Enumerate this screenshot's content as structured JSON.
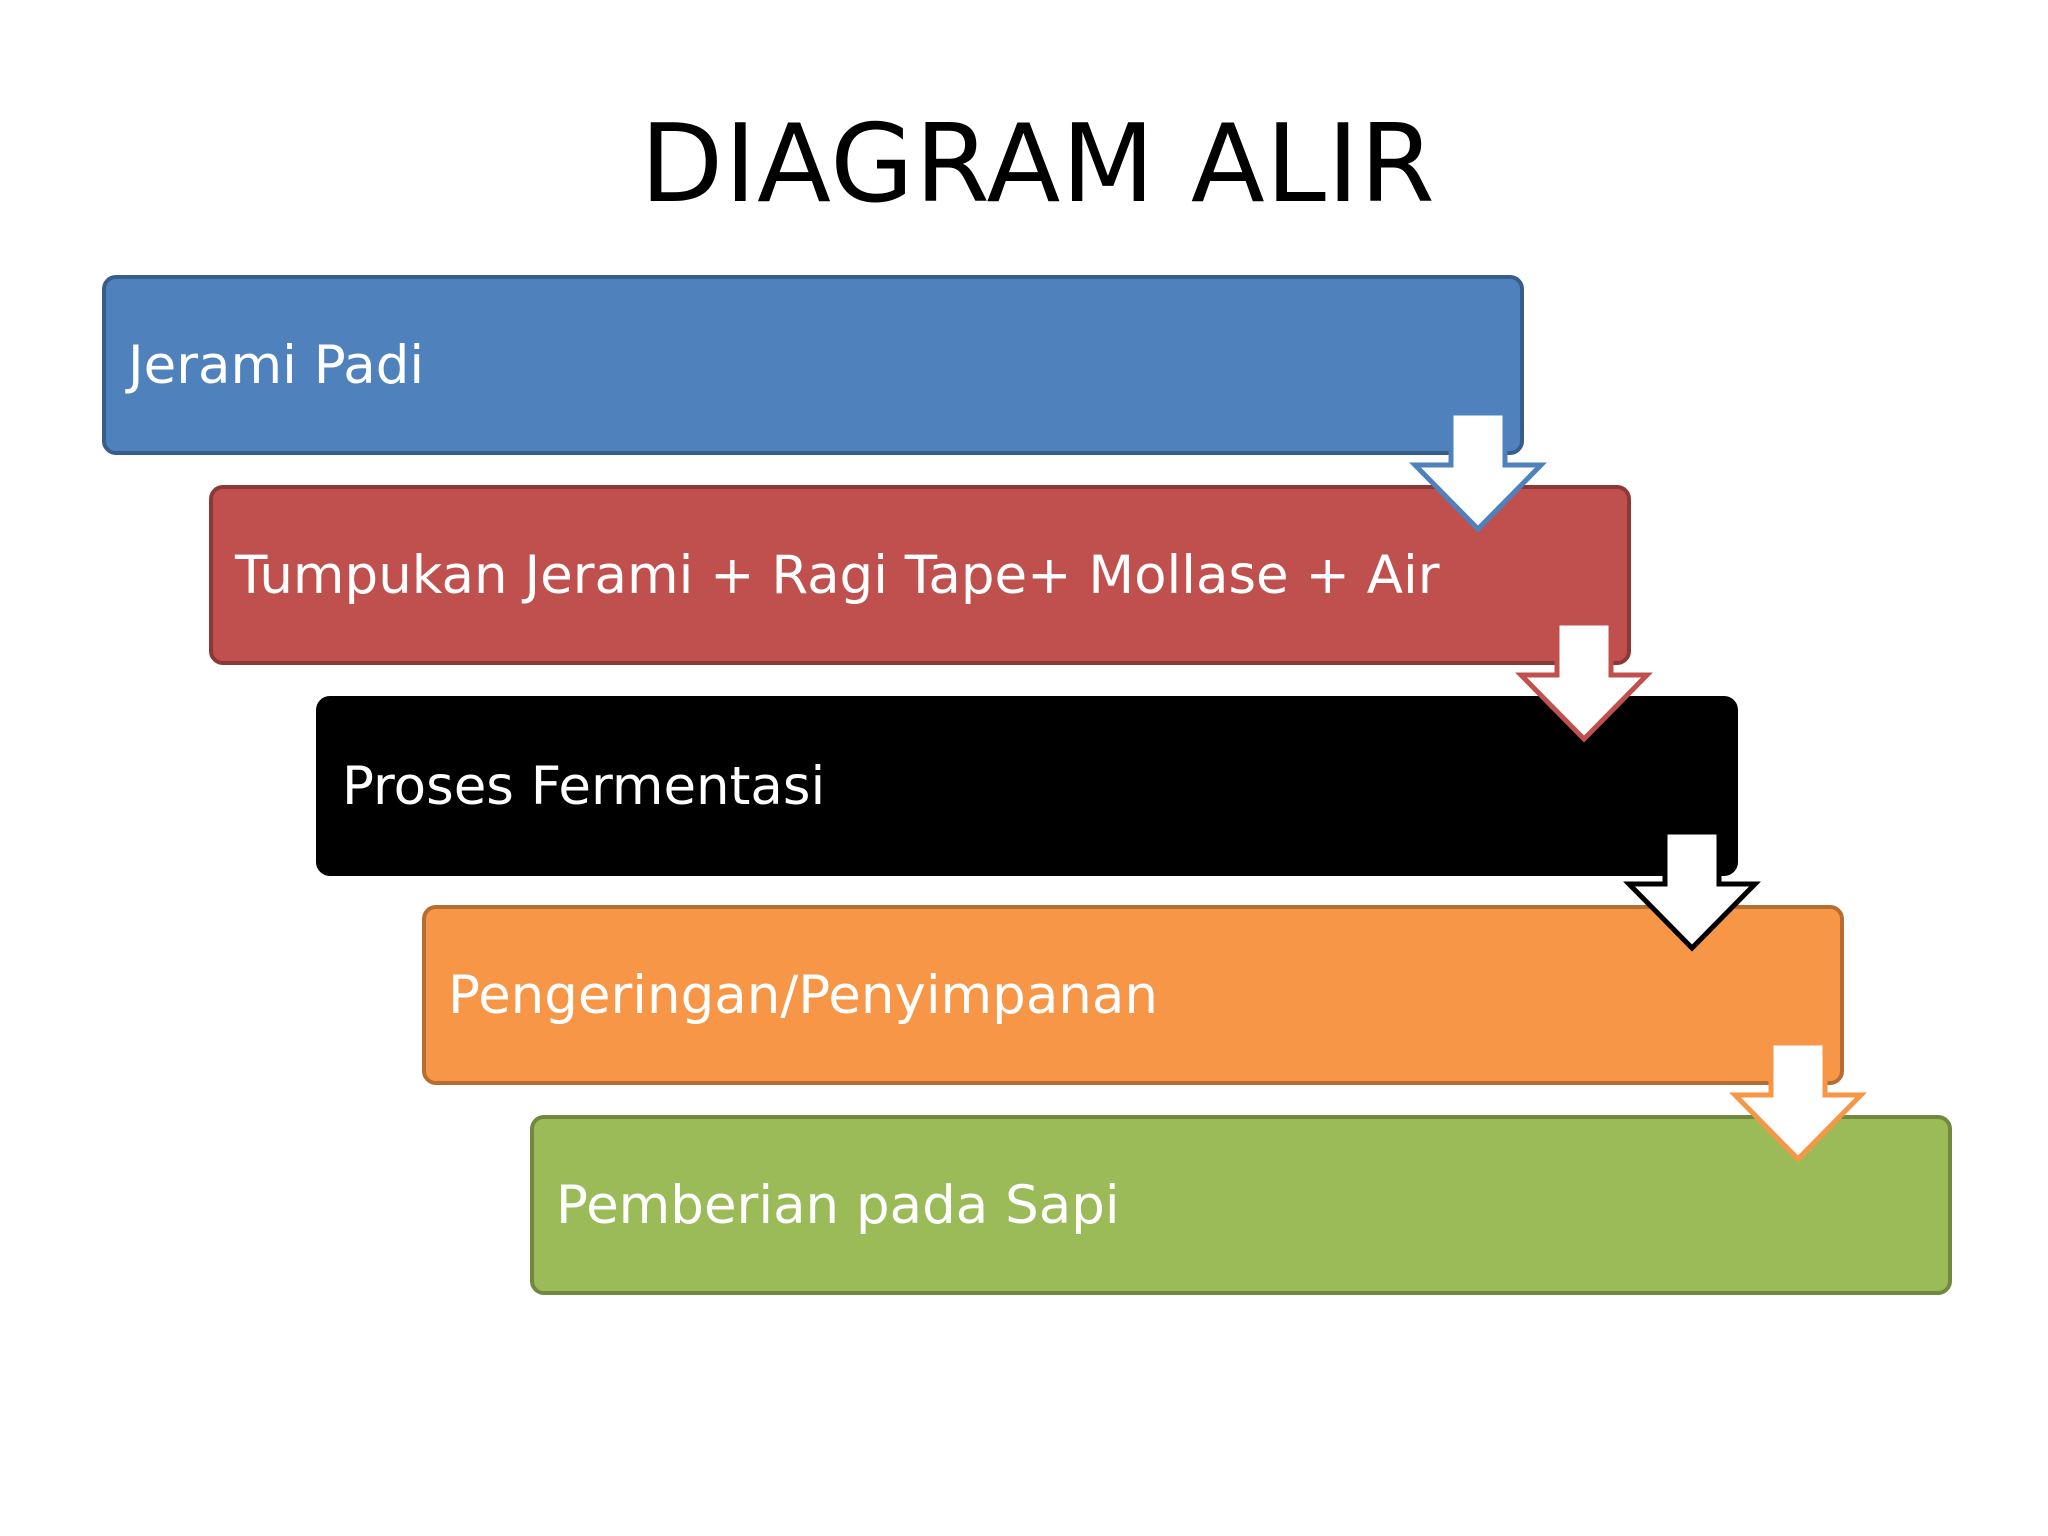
{
  "title": "DIAGRAM ALIR",
  "steps": [
    {
      "label": "Jerami Padi",
      "fill": "#4f81bd",
      "border": "#385d8a"
    },
    {
      "label": "Tumpukan Jerami + Ragi Tape+ Mollase + Air",
      "fill": "#c0504d",
      "border": "#8c3836"
    },
    {
      "label": "Proses Fermentasi",
      "fill": "#000000",
      "border": "#000000"
    },
    {
      "label": "Pengeringan/Penyimpanan",
      "fill": "#f79646",
      "border": "#b66d31"
    },
    {
      "label": "Pemberian pada Sapi",
      "fill": "#9bbb59",
      "border": "#71893f"
    }
  ],
  "arrows": [
    {
      "icon": "down-arrow-icon",
      "outline": "#4f81bd"
    },
    {
      "icon": "down-arrow-icon",
      "outline": "#c0504d"
    },
    {
      "icon": "down-arrow-icon",
      "outline": "#000000"
    },
    {
      "icon": "down-arrow-icon",
      "outline": "#f79646"
    }
  ]
}
